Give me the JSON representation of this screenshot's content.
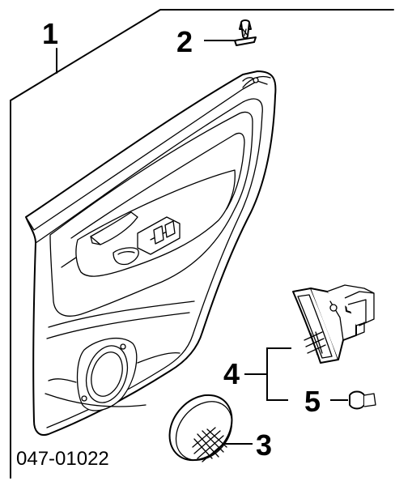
{
  "diagram": {
    "part_number": "047-01022",
    "callouts": [
      {
        "id": "1",
        "label": "1"
      },
      {
        "id": "2",
        "label": "2"
      },
      {
        "id": "3",
        "label": "3"
      },
      {
        "id": "4",
        "label": "4"
      },
      {
        "id": "5",
        "label": "5"
      }
    ]
  }
}
